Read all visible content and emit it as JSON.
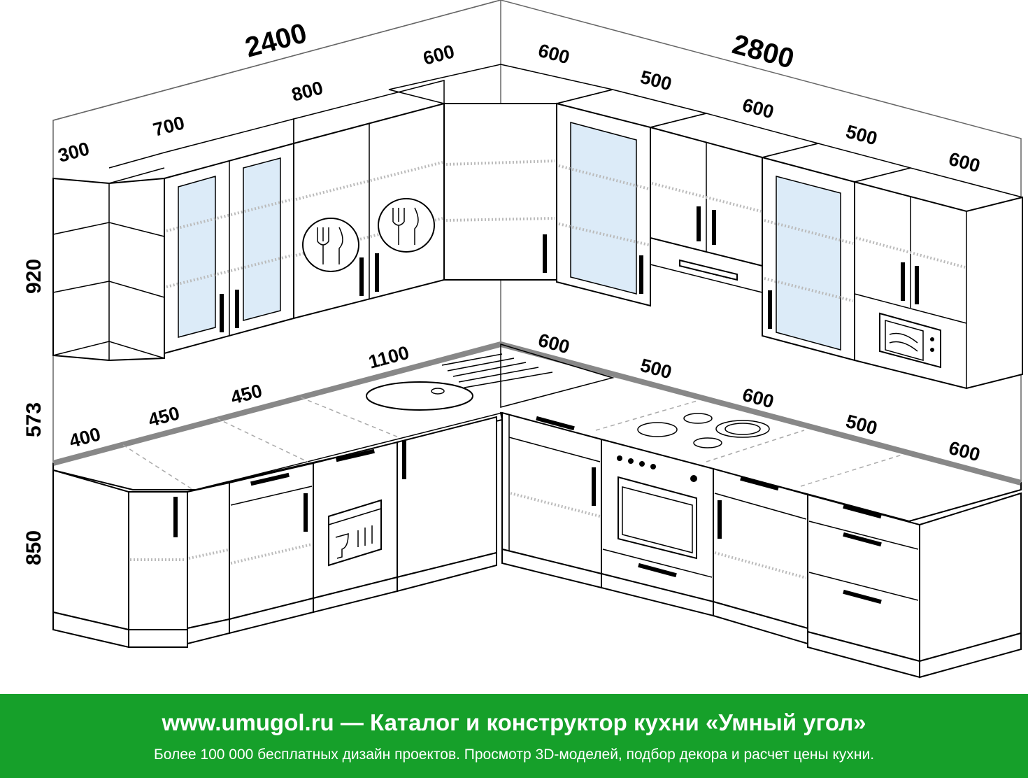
{
  "dimensions": {
    "top_left_total": "2400",
    "top_right_total": "2800",
    "wall_top": {
      "d300": "300",
      "d700": "700",
      "d800": "800",
      "d600a": "600",
      "d600b": "600",
      "d500a": "500",
      "d600c": "600",
      "d500b": "500",
      "d600d": "600"
    },
    "counter": {
      "d400": "400",
      "d450a": "450",
      "d450b": "450",
      "d1100": "1100",
      "d600a": "600",
      "d500a": "500",
      "d600b": "600",
      "d500b": "500",
      "d600c": "600"
    },
    "heights": {
      "upper": "920",
      "backsplash": "573",
      "lower": "850"
    }
  },
  "banner": {
    "title": "www.umugol.ru — Каталог и конструктор кухни «Умный угол»",
    "subtitle": "Более 100 000 бесплатных дизайн проектов. Просмотр 3D-моделей, подбор декора и расчет цены кухни.",
    "background": "#16a02a"
  },
  "icons": {
    "plate": "fork-knife-plate-icon",
    "hood": "range-hood-icon",
    "microwave": "microwave-icon",
    "dishwasher": "dishwasher-icon",
    "oven": "oven-icon",
    "sink": "sink-icon",
    "cooktop": "cooktop-icon"
  }
}
